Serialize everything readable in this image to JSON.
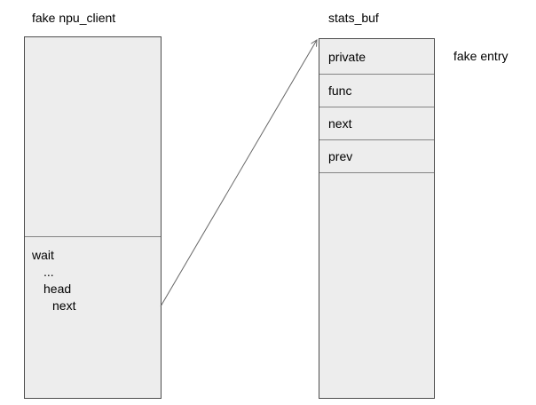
{
  "left_box": {
    "title": "fake npu_client",
    "fields": [
      "wait",
      "...",
      "head",
      "next"
    ]
  },
  "right_box": {
    "title": "stats_buf",
    "rows": [
      "private",
      "func",
      "next",
      "prev"
    ],
    "note": "fake entry"
  },
  "colors": {
    "background": "#ffffff",
    "box_fill": "#ededed",
    "box_border": "#4d4d4d",
    "inner_line": "#848484",
    "arrow": "#666666",
    "text": "#000000"
  }
}
